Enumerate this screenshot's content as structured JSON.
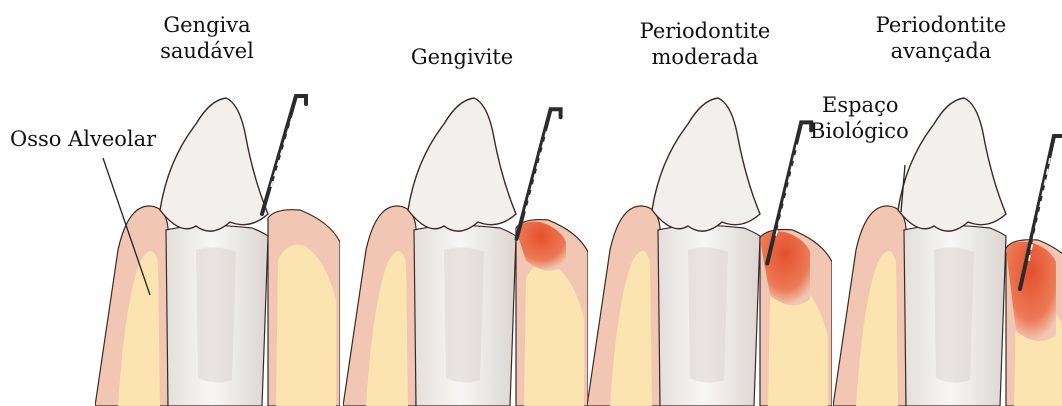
{
  "stages": [
    {
      "title_line1": "Gengiva",
      "title_line2": "saudável",
      "inflammation": 0.0
    },
    {
      "title_line1": "Gengivite",
      "title_line2": "",
      "inflammation": 0.33
    },
    {
      "title_line1": "Periodontite",
      "title_line2": "moderada",
      "inflammation": 0.66
    },
    {
      "title_line1": "Periodontite",
      "title_line2": "avançada",
      "inflammation": 1.0
    }
  ],
  "annotations": {
    "bone_label": "Osso Alveolar",
    "space_label_line1": "Espaço",
    "space_label_line2": "Biológico"
  },
  "colors": {
    "gum": "#f1c7b4",
    "gum_outline": "#3a2a26",
    "bone": "#fbe6b0",
    "tooth": "#f3efec",
    "tooth_shade": "#dcd6d2",
    "inflamed": "#e05a3a",
    "probe": "#2b2b2b"
  }
}
